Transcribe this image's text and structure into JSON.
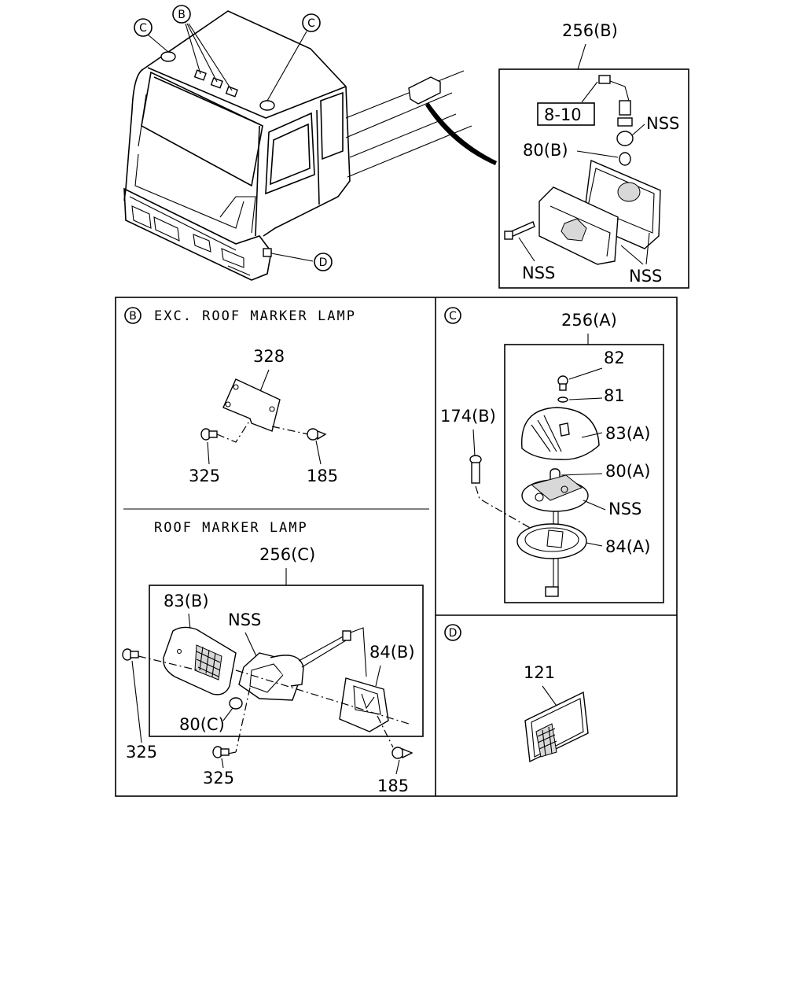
{
  "top": {
    "callouts": {
      "c_left": "C",
      "b": "B",
      "c_right": "C",
      "d": "D"
    },
    "assembly_256b": {
      "title": "256(B)",
      "ref_box": "8-10",
      "nss_upper": "NSS",
      "bulb": "80(B)",
      "nss_screw": "NSS",
      "nss_lens": "NSS"
    }
  },
  "panel_b": {
    "badge": "B",
    "heading": "EXC. ROOF MARKER LAMP",
    "bracket": "328",
    "bolt": "325",
    "nut": "185"
  },
  "panel_roof": {
    "heading": "ROOF MARKER LAMP",
    "assembly": "256(C)",
    "lens": "83(B)",
    "nss": "NSS",
    "housing": "84(B)",
    "bulb": "80(C)",
    "screw_left": "325",
    "screw_mid": "325",
    "nut": "185"
  },
  "panel_c": {
    "badge": "C",
    "assembly": "256(A)",
    "screw": "82",
    "washer": "81",
    "lens": "83(A)",
    "bolt": "174(B)",
    "bulb": "80(A)",
    "nss": "NSS",
    "base": "84(A)"
  },
  "panel_d": {
    "badge": "D",
    "reflector": "121"
  }
}
